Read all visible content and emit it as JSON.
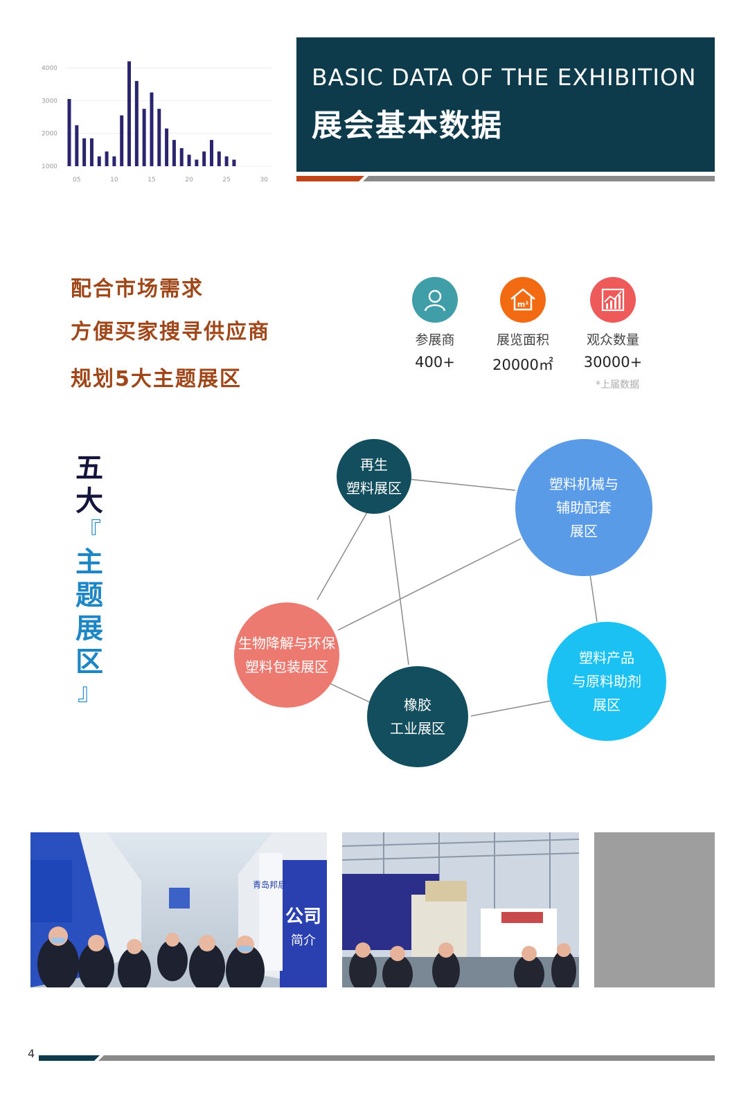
{
  "chart_data": {
    "type": "bar",
    "x": [
      4,
      5,
      6,
      7,
      8,
      9,
      10,
      11,
      12,
      13,
      14,
      15,
      16,
      17,
      18,
      19,
      20,
      21,
      22,
      23,
      24,
      25,
      26,
      27,
      28,
      29,
      30,
      31
    ],
    "values": [
      3050,
      2250,
      1850,
      1850,
      1300,
      1450,
      1300,
      2550,
      4200,
      3600,
      2750,
      3250,
      2750,
      2150,
      1800,
      1550,
      1350,
      1200,
      1450,
      1800,
      1450,
      1300,
      1200
    ],
    "y_ticks": [
      "4000",
      "3000",
      "2000",
      "1000"
    ],
    "x_ticks": [
      "05",
      "10",
      "15",
      "20",
      "25",
      "30"
    ],
    "ylim": [
      1000,
      4000
    ],
    "bar_color": "#2b2570"
  },
  "header": {
    "title_en": "BASIC DATA OF THE EXHIBITION",
    "title_cn": "展会基本数据"
  },
  "tagline": {
    "line1": "配合市场需求",
    "line2": "方便买家搜寻供应商",
    "line3": "规划5大主题展区"
  },
  "stats": [
    {
      "icon": "person-icon",
      "color": "#3f9ea7",
      "label": "参展商",
      "value": "400+"
    },
    {
      "icon": "house-icon",
      "color": "#f26b12",
      "label": "展览面积",
      "value": "20000㎡"
    },
    {
      "icon": "chart-icon",
      "color": "#ee5a5a",
      "label": "观众数量",
      "value": "30000+"
    }
  ],
  "stats_note": "*上届数据",
  "zones_heading": {
    "c1": "五",
    "c2": "大",
    "open_bracket": "『",
    "c3": "主",
    "c4": "题",
    "c5": "展",
    "c6": "区",
    "close_bracket": "』"
  },
  "zones": [
    {
      "lines": [
        "再生",
        "塑料展区"
      ],
      "color": "#134e5e"
    },
    {
      "lines": [
        "塑料机械与",
        "辅助配套",
        "展区"
      ],
      "color": "#5a9be8"
    },
    {
      "lines": [
        "生物降解与环保",
        "塑料包装展区"
      ],
      "color": "#ec7a70"
    },
    {
      "lines": [
        "橡胶",
        "工业展区"
      ],
      "color": "#134e5e"
    },
    {
      "lines": [
        "塑料产品",
        "与原料助剂",
        "展区"
      ],
      "color": "#1bc1f2"
    }
  ],
  "photos": {
    "booth_sign_1": "公司",
    "booth_sign_2": "简介",
    "booth_sign_3": "青岛邦尼"
  },
  "footer": {
    "page_number": "4"
  },
  "colors": {
    "navy": "#0d3b4c",
    "accent_orange": "#c2451a",
    "gray": "#8a8a8a",
    "tagline": "#a0471a"
  }
}
